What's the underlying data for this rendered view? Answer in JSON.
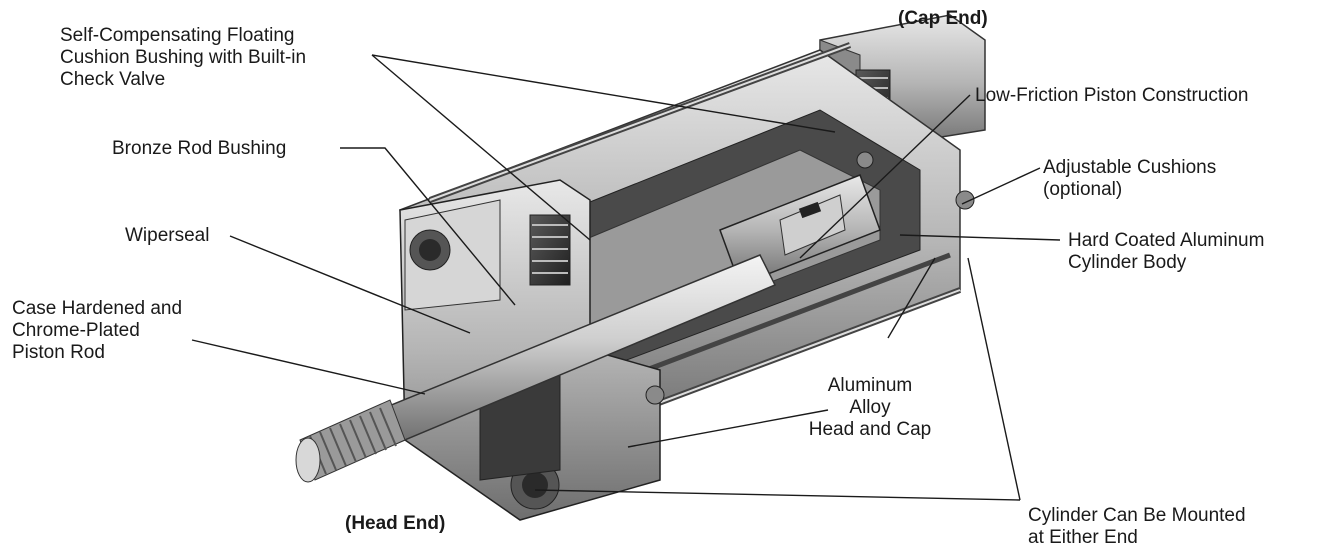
{
  "labels": {
    "cap_end": "(Cap End)",
    "head_end": "(Head End)",
    "floating_cushion": "Self-Compensating Floating\nCushion Bushing with Built-in\nCheck Valve",
    "bronze_rod": "Bronze Rod Bushing",
    "wiperseal": "Wiperseal",
    "piston_rod": "Case Hardened and\nChrome-Plated\nPiston Rod",
    "low_friction": "Low-Friction Piston Construction",
    "adj_cushions": "Adjustable Cushions\n(optional)",
    "hard_coated": "Hard Coated Aluminum\nCylinder Body",
    "aluminum_alloy": "Aluminum\nAlloy\nHead and Cap",
    "mount_either": "Cylinder Can Be Mounted\nat Either End"
  }
}
